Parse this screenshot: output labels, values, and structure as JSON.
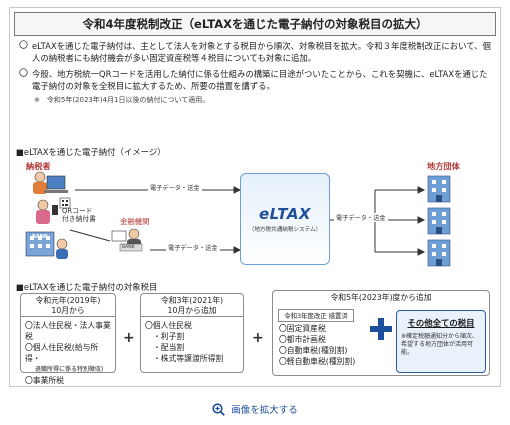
{
  "title": "令和4年度税制改正（eLTAXを通じた電子納付の対象税目の拡大）",
  "intro": {
    "bullet_mark": "〇",
    "p1": "eLTAXを通じた電子納付は、主として法人を対象とする税目から順次、対象税目を拡大。令和３年度税制改正において、個人の納税者にも納付機会が多い固定資産税等４税目についても対象に追加。",
    "p2": "今般、地方税統一QRコードを活用した納付に係る仕組みの構築に目途がついたことから、これを契機に、eLTAXを通じた電子納付の対象を全税目に拡大するため、所要の措置を講ずる。",
    "note": "※　令和5年(2023年)4月1日以後の納付について適用。"
  },
  "diagram": {
    "section_label": "■eLTAXを通じた電子納付（イメージ）",
    "payer_label": "納税者",
    "local_gov_label": "地方団体",
    "qr_caption_1": "QRコード",
    "qr_caption_2": "付き納付書",
    "bank_label": "金融機関",
    "bank_sign": "BANK",
    "bank_terminal_sign": "BANK",
    "flow_1": "電子データ・送金",
    "flow_2": "電子データ・送金",
    "flow_3": "電子データ・送金",
    "eltax_logo": "eLTAX",
    "eltax_sub": "（地方税共通納税システム）"
  },
  "targets": {
    "section_label": "■eLTAXを通じた電子納付の対象税目",
    "box1": {
      "header_1": "令和元年(2019年)",
      "header_2": "10月から",
      "items": [
        "〇法人住民税・法人事業税",
        "〇個人住民税(給与所得・",
        "退職所得に係る特別徴収)",
        "〇事業所税"
      ]
    },
    "box2": {
      "header_1": "令和3年(2021年)",
      "header_2": "10月から追加",
      "items": [
        "〇個人住民税",
        "・利子割",
        "・配当割",
        "・株式等譲渡所得割"
      ]
    },
    "box3": {
      "header": "令和5年(2023年)度から追加",
      "tag": "令和3年度改正 措置済",
      "items": [
        "〇固定資産税",
        "〇都市計画税",
        "〇自動車税(種別割)",
        "〇軽自動車税(種別割)"
      ]
    },
    "others": {
      "title": "その他全ての税目",
      "note": "※確定税額通知分から順次、希望する地方団体が活用可能。"
    }
  },
  "enlarge_link": "画像を拡大する",
  "colors": {
    "accent": "#1d4f9c",
    "label_red": "#b23838",
    "eltax_bg": "#e5f0fb"
  }
}
